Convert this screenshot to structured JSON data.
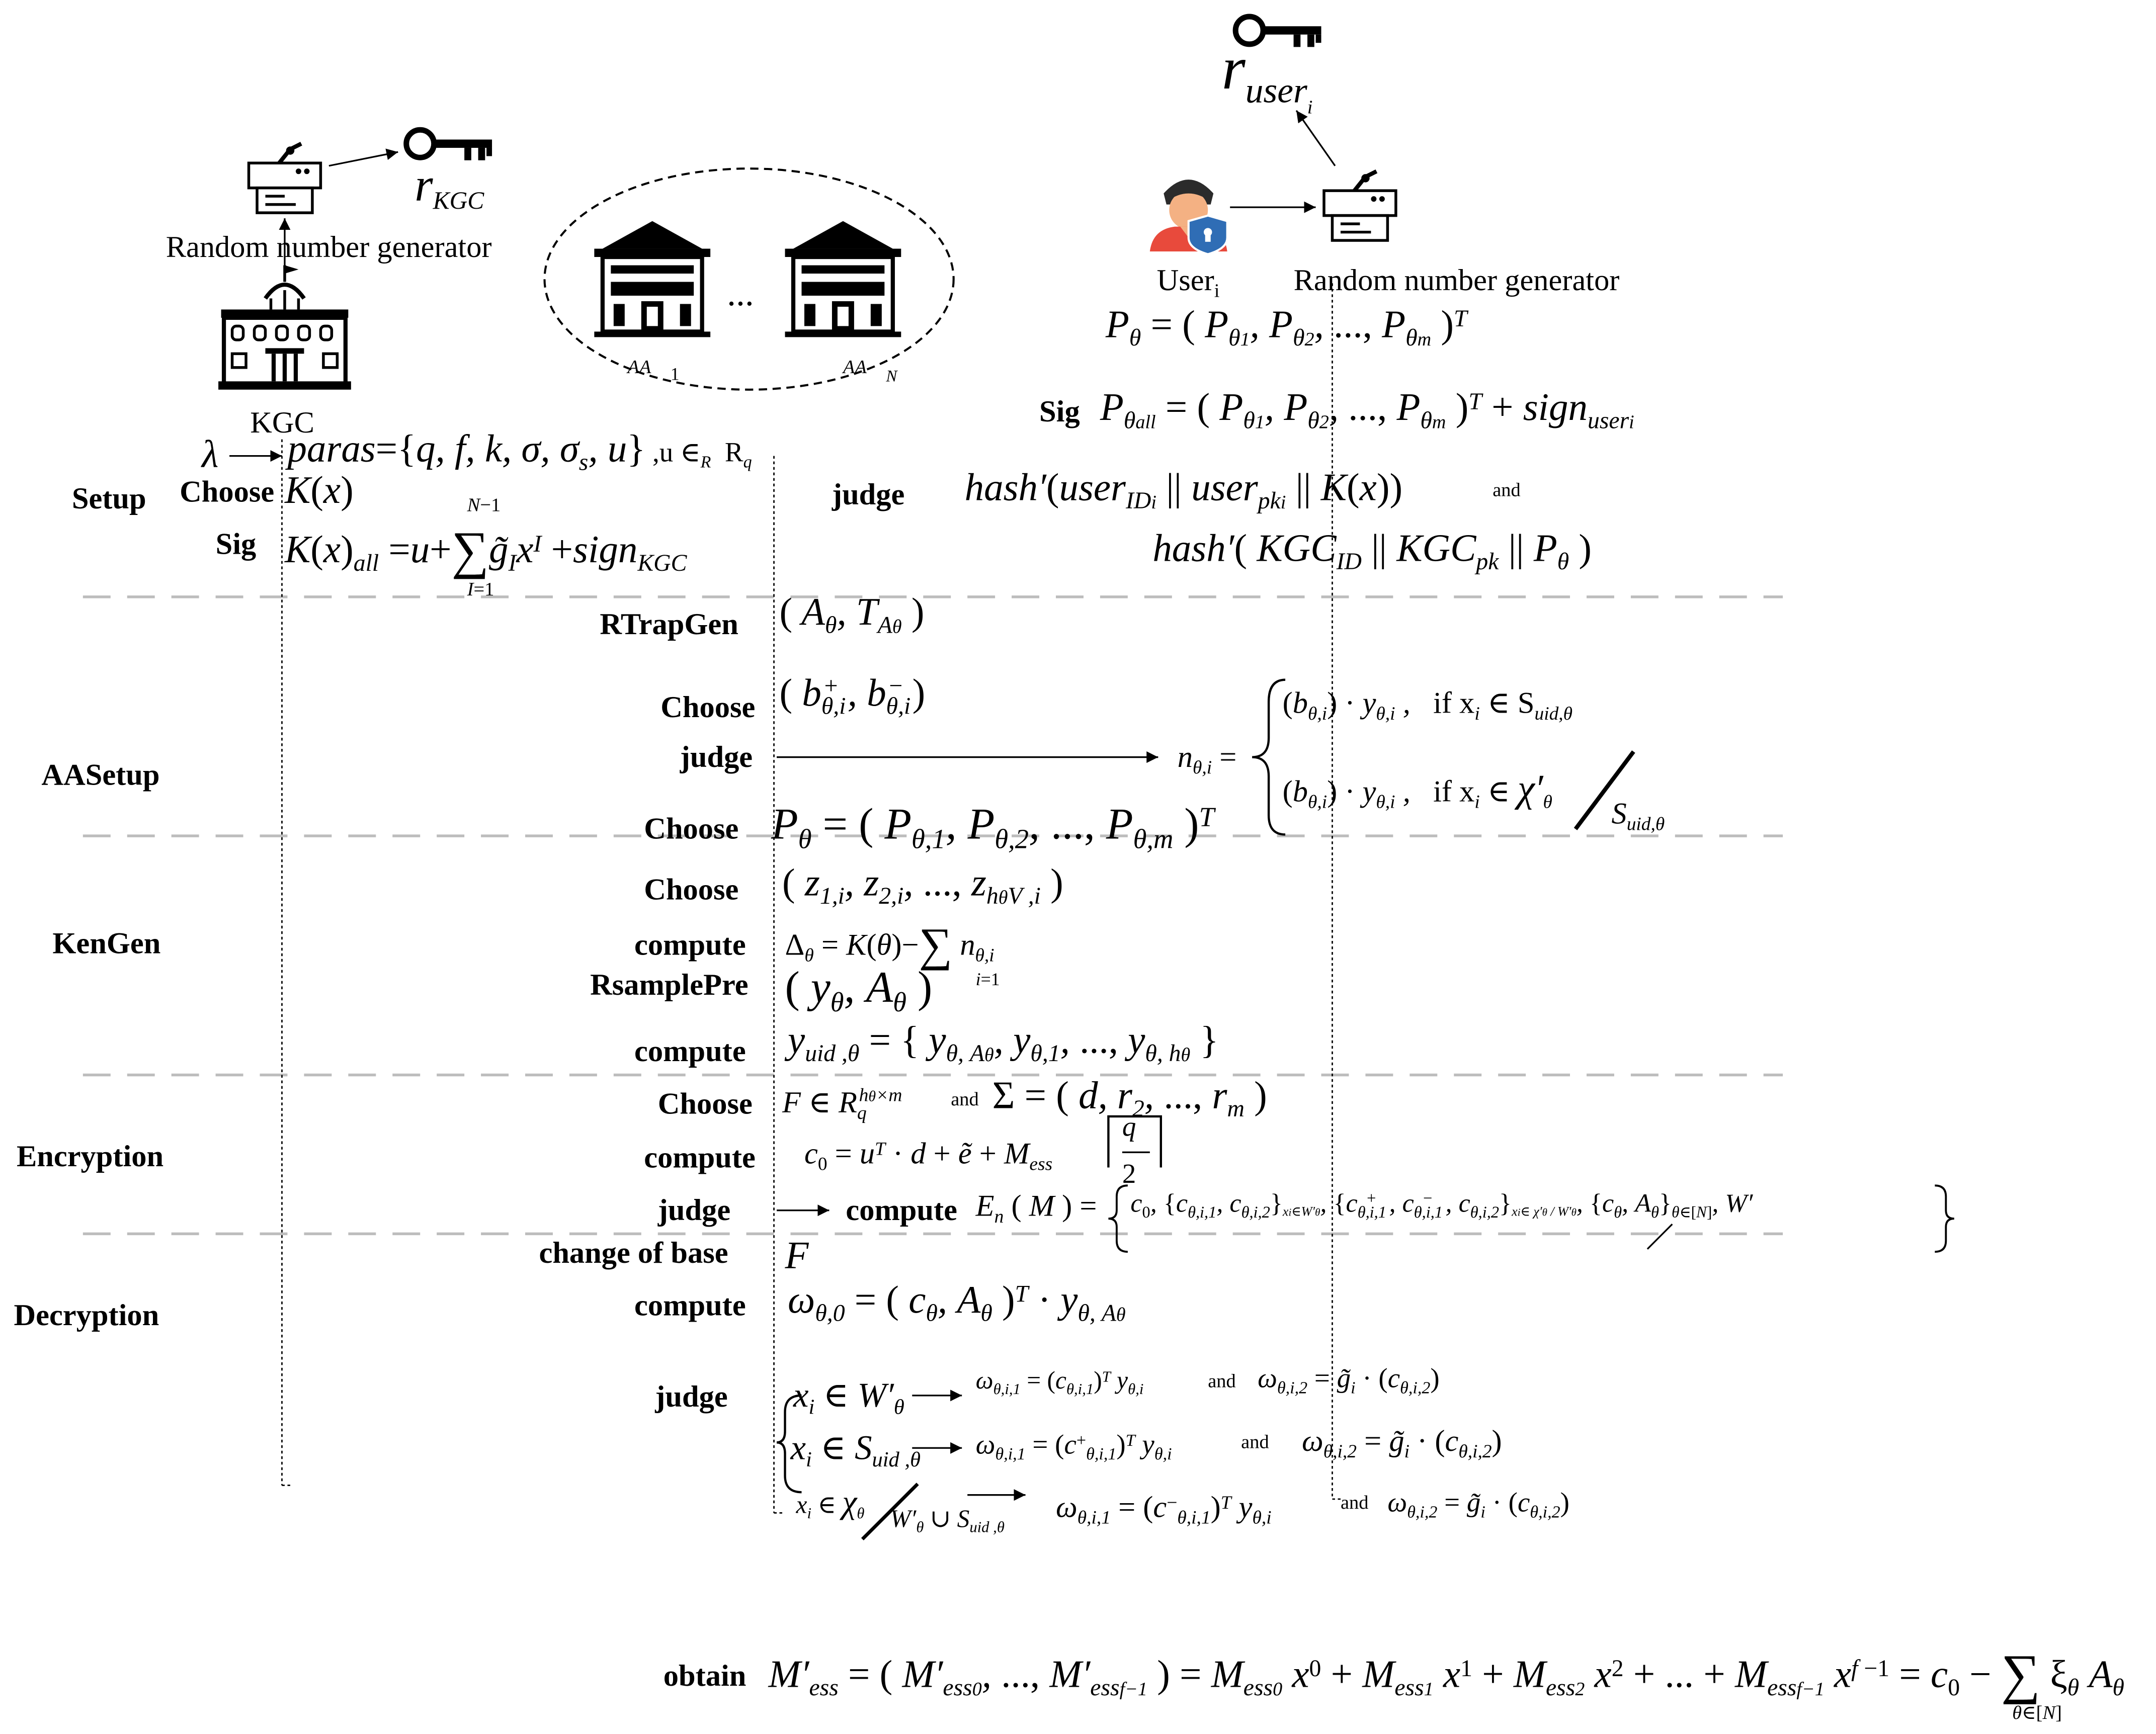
{
  "actors": {
    "random_generator_left": "Random number generator",
    "kgc": "KGC",
    "aa_first": "AA",
    "aa_first_index": "1",
    "aa_ellipsis": "...",
    "aa_last": "AA",
    "aa_last_index": "N",
    "user": "User",
    "user_sub": "i",
    "random_generator_right": "Random number generator",
    "r_kgc": "r",
    "r_kgc_sub": "KGC",
    "r_user": "r",
    "r_user_sub": "user",
    "r_user_subsub": "i"
  },
  "phases": {
    "setup": "Setup",
    "aasetup": "AASetup",
    "kengen": "KenGen",
    "encryption": "Encryption",
    "decryption": "Decryption"
  },
  "labels": {
    "choose": "Choose",
    "sig": "Sig",
    "judge": "judge",
    "rtrapgen": "RTrapGen",
    "compute": "compute",
    "rsamplepre": "RsamplePre",
    "change_of_base": "change of base",
    "obtain": "obtain",
    "and": "and",
    "lambda": "λ"
  },
  "colors": {
    "line": "#000000",
    "dashed_separator": "#bdbdbd",
    "user_skin": "#f4b183",
    "user_shirt": "#e84a3c",
    "user_hair": "#2b2b2b",
    "shield": "#2f6db5"
  }
}
